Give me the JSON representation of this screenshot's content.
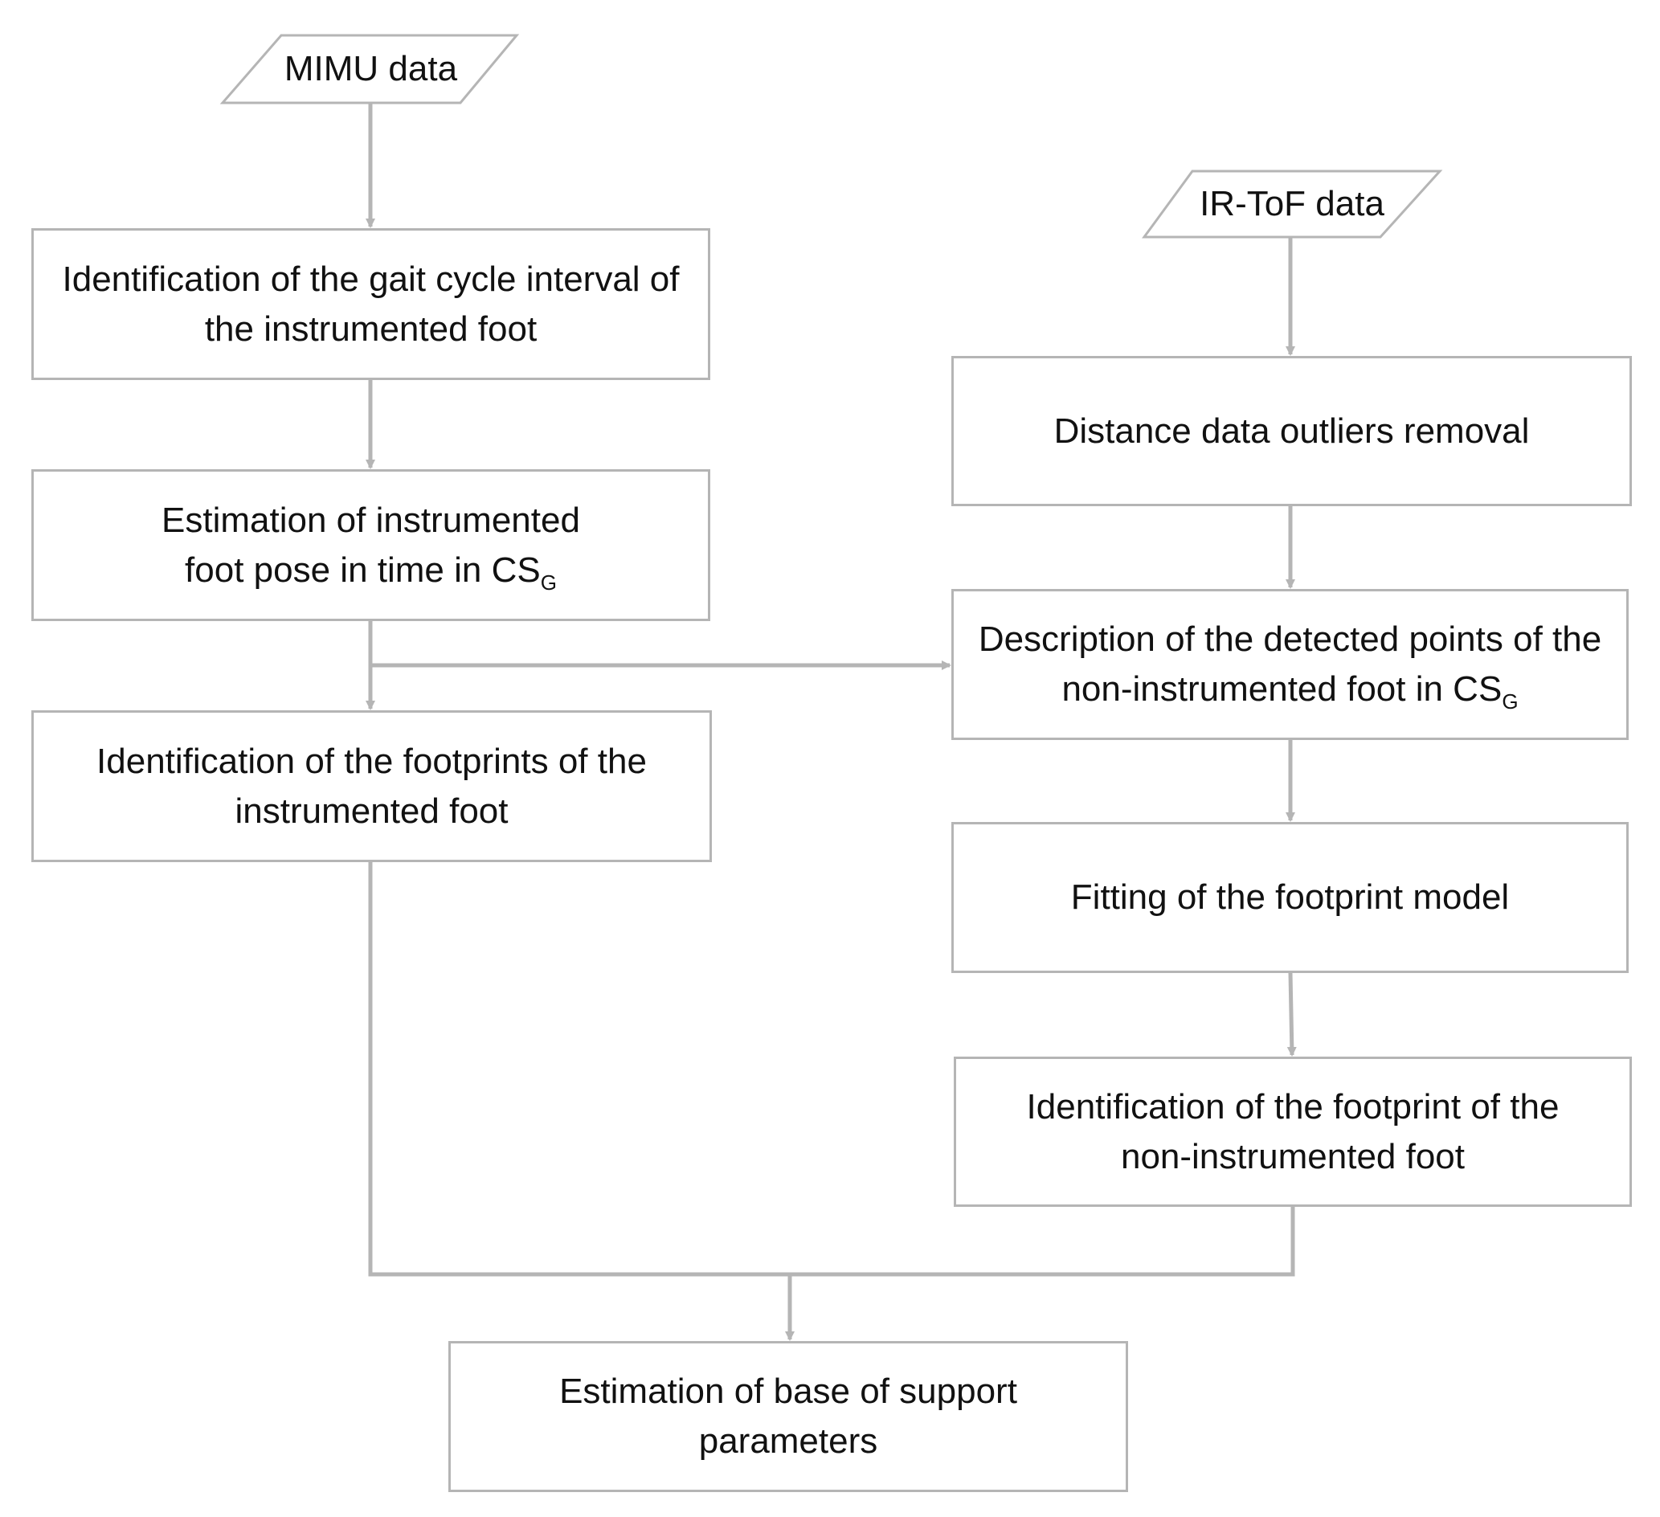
{
  "diagram": {
    "inputs": {
      "mimu": "MIMU data",
      "irtof": "IR-ToF data"
    },
    "left_column": {
      "gait_cycle": "Identification of the gait cycle interval of the instrumented foot",
      "foot_pose": "Estimation of instrumented foot pose in time in CS",
      "foot_pose_sub": "G",
      "footprints": "Identification of the footprints of the instrumented foot"
    },
    "right_column": {
      "outliers": "Distance data outliers removal",
      "detected_points": "Description of the detected points of the non-instrumented foot in CS",
      "detected_points_sub": "G",
      "fitting": "Fitting of the footprint model",
      "footprint_non": "Identification of the footprint of the non-instrumented foot"
    },
    "output": {
      "base_support": "Estimation of base of support parameters"
    },
    "colors": {
      "line": "#b5b5b5",
      "text": "#111111",
      "background": "#ffffff"
    }
  }
}
